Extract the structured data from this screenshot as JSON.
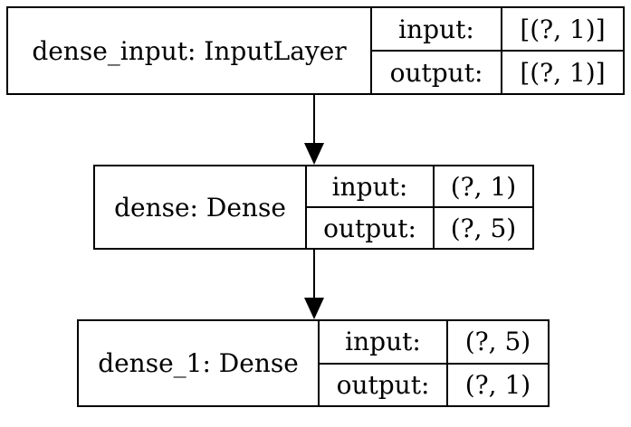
{
  "diagram": {
    "type": "keras-model-plot",
    "colors": {
      "background": "#ffffff",
      "border": "#000000",
      "text": "#000000",
      "arrow": "#000000"
    },
    "nodes": [
      {
        "id": "dense_input",
        "label": "dense_input: InputLayer",
        "rows": [
          {
            "key": "input:",
            "value": "[(?, 1)]"
          },
          {
            "key": "output:",
            "value": "[(?, 1)]"
          }
        ]
      },
      {
        "id": "dense",
        "label": "dense: Dense",
        "rows": [
          {
            "key": "input:",
            "value": "(?, 1)"
          },
          {
            "key": "output:",
            "value": "(?, 5)"
          }
        ]
      },
      {
        "id": "dense_1",
        "label": "dense_1: Dense",
        "rows": [
          {
            "key": "input:",
            "value": "(?, 5)"
          },
          {
            "key": "output:",
            "value": "(?, 1)"
          }
        ]
      }
    ],
    "edges": [
      {
        "from": "dense_input",
        "to": "dense"
      },
      {
        "from": "dense",
        "to": "dense_1"
      }
    ]
  }
}
